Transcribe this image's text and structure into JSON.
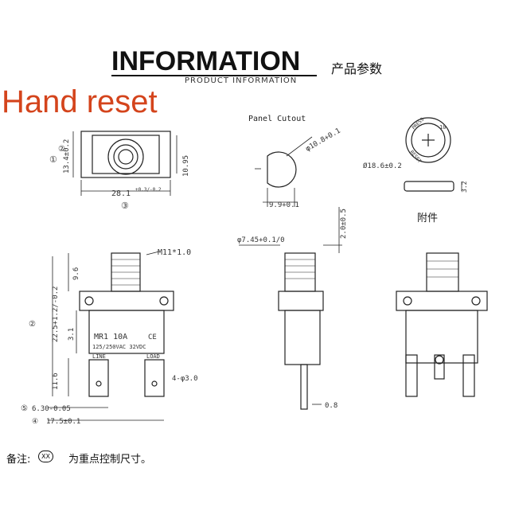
{
  "header": {
    "title": "INFORMATION",
    "title_cn": "产品参数",
    "subtitle": "PRODUCT INFORMATION"
  },
  "overlay": {
    "hand_reset": "Hand reset"
  },
  "top_view": {
    "marker_1": "①",
    "marker_2": "②",
    "marker_3": "③",
    "dim_height": "13.4±0.2",
    "dim_width": "28.1",
    "dim_width_tol": "+0.3/-0.2",
    "dim_right": "10.95"
  },
  "panel_cutout": {
    "label": "Panel Cutout",
    "dim_dia": "φ10.8+0.1",
    "dim_flat": "9.9+0.1"
  },
  "accessory": {
    "label": "附件",
    "dim_dia": "Ø18.6±0.2",
    "dim_thick": "3.2",
    "press": "PRESS",
    "reset": "RESET",
    "ring_code": "10"
  },
  "front_view": {
    "thread": "M11*1.0",
    "dim_96": "9.6",
    "dim_225": "22.5+1.2/-0.2",
    "dim_31": "3.1",
    "dim_116": "11.6",
    "body_model": "MR1 10A",
    "body_ce": "CE",
    "body_rating": "125/250VAC 32VDC",
    "terminal_line": "LINE",
    "terminal_load": "LOAD",
    "holes": "4-φ3.0",
    "dim_630": "6.30-0.05",
    "dim_175": "17.5±0.1",
    "marker_2": "②",
    "marker_4": "④",
    "marker_5": "⑤"
  },
  "side_view": {
    "dim_745": "φ7.45+0.1/0",
    "dim_20": "2.0±0.5",
    "dim_08": "0.8"
  },
  "footnote": {
    "prefix": "备注:",
    "mark": "XX",
    "text": "为重点控制尺寸。"
  }
}
